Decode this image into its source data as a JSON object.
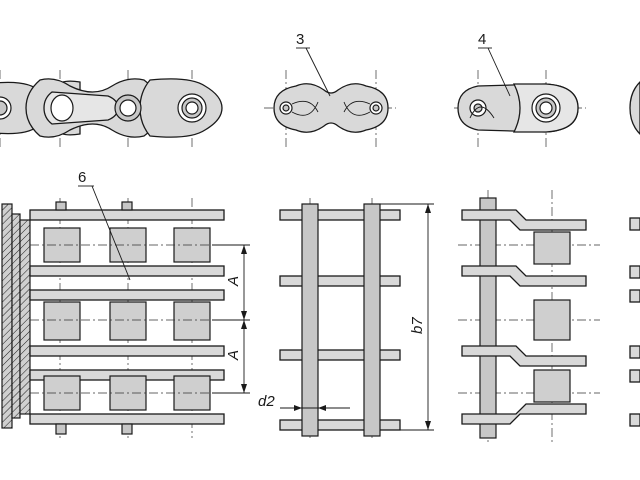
{
  "callouts": {
    "c3": "3",
    "c4": "4",
    "c6": "6"
  },
  "dimensions": {
    "a_upper": "A",
    "a_lower": "A",
    "b7": "b7",
    "d2": "d2"
  }
}
